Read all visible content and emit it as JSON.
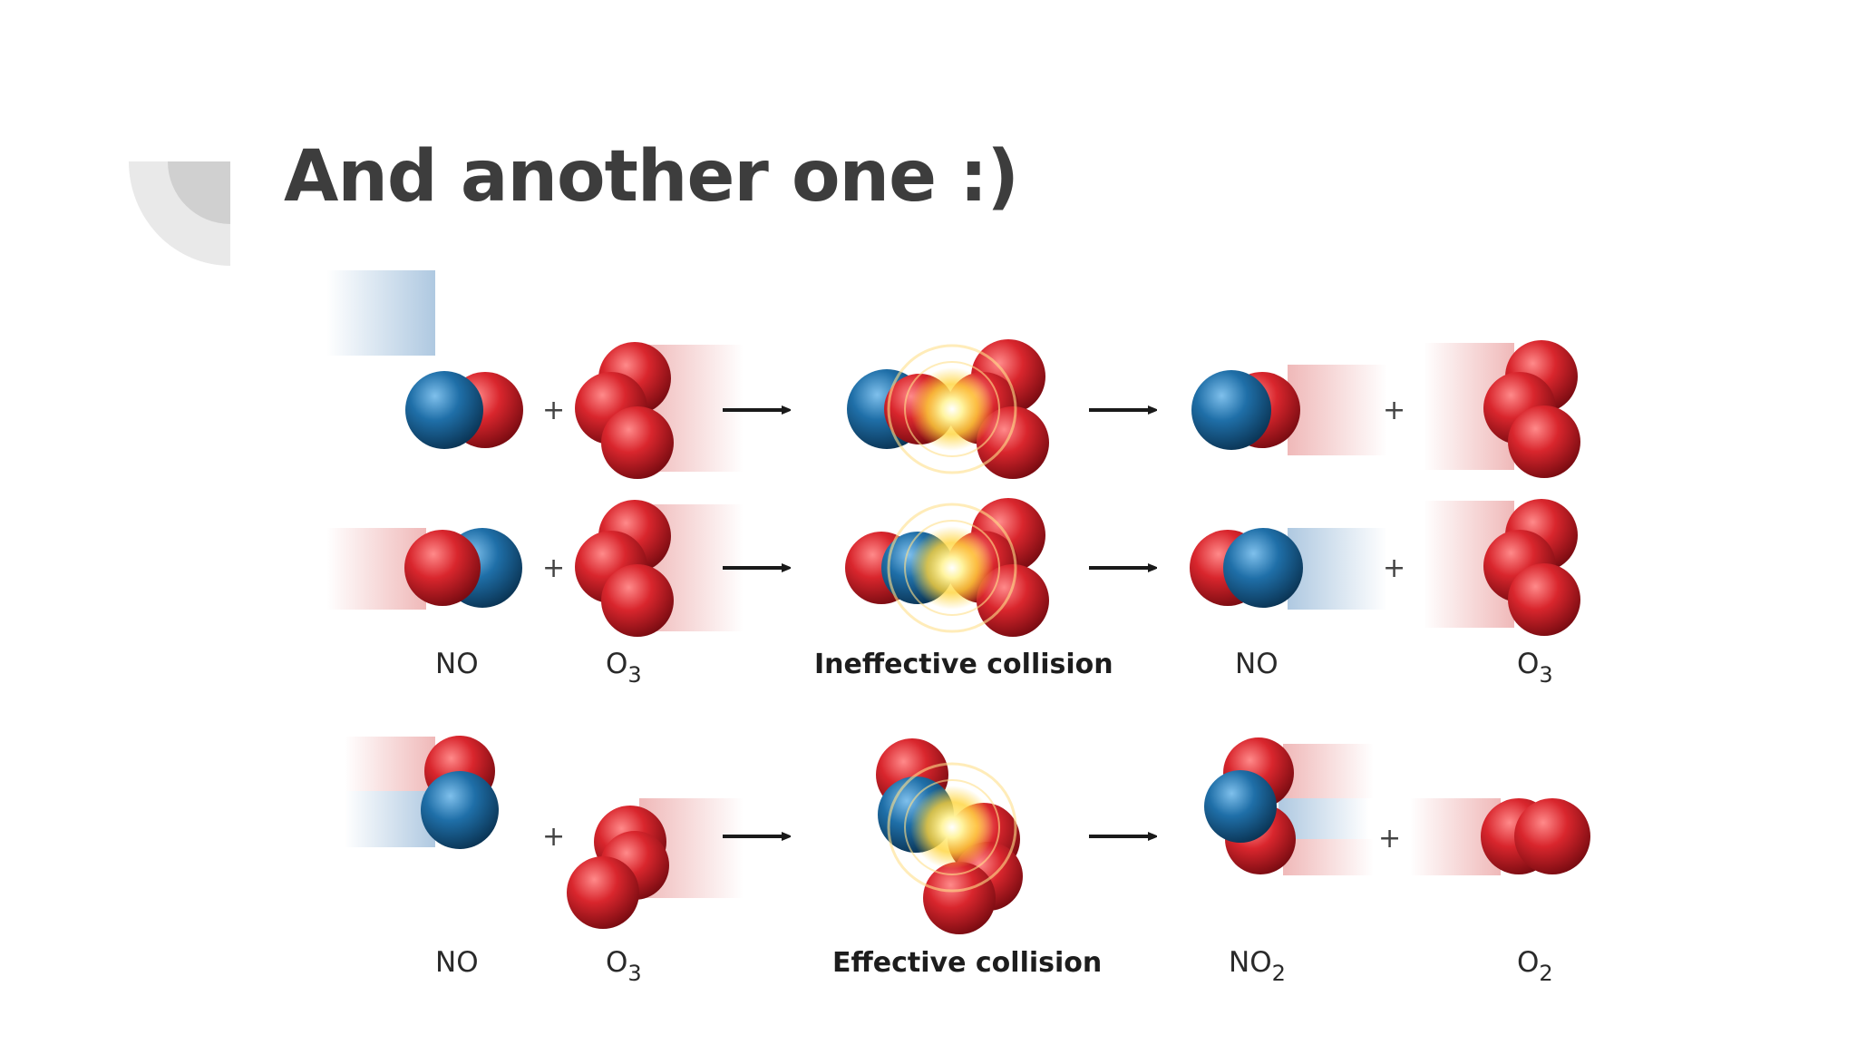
{
  "slide": {
    "title": "And another one :)"
  },
  "colors": {
    "oxygen": "#d0232b",
    "nitrogen": "#1d6fa8",
    "title": "#3d3d3d",
    "flash": "#ffe36a"
  },
  "icons": [
    "plus-icon",
    "arrow-right-icon",
    "collision-flash-icon"
  ],
  "diagram": {
    "rows": [
      {
        "name": "ineffective-row-1",
        "plus1": "+",
        "plus2": "+"
      },
      {
        "name": "ineffective-row-2",
        "plus1": "+",
        "plus2": "+"
      },
      {
        "name": "effective-row",
        "plus1": "+",
        "plus2": "+"
      }
    ],
    "ineffective_labels": {
      "reactant1": "NO",
      "reactant2": "O",
      "reactant2_sub": "3",
      "collision": "Ineffective collision",
      "product1": "NO",
      "product2": "O",
      "product2_sub": "3"
    },
    "effective_labels": {
      "reactant1": "NO",
      "reactant2": "O",
      "reactant2_sub": "3",
      "collision": "Effective collision",
      "product1": "NO",
      "product1_sub": "2",
      "product2": "O",
      "product2_sub": "2"
    }
  }
}
